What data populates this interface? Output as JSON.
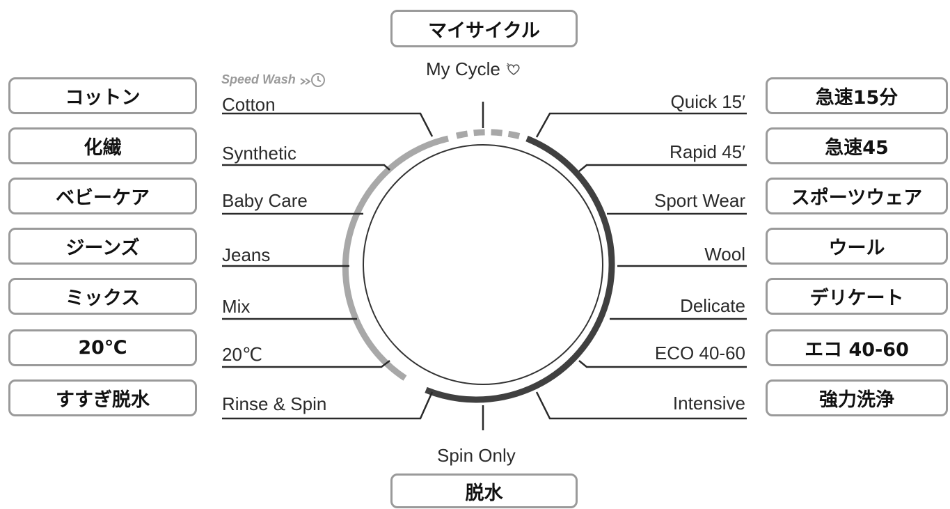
{
  "top": {
    "jp_label": "マイサイクル",
    "en_label": "My Cycle",
    "icon": "heart-sparkle-icon"
  },
  "bottom": {
    "jp_label": "脱水",
    "en_label": "Spin Only"
  },
  "speed_wash": {
    "label": "Speed Wash",
    "icon": "speed-clock-icon",
    "color": "#9a9a9a"
  },
  "left_programs": [
    {
      "en": "Cotton",
      "jp": "コットン"
    },
    {
      "en": "Synthetic",
      "jp": "化繊"
    },
    {
      "en": "Baby Care",
      "jp": "ベビーケア"
    },
    {
      "en": "Jeans",
      "jp": "ジーンズ"
    },
    {
      "en": "Mix",
      "jp": "ミックス"
    },
    {
      "en": "20℃",
      "jp": "20℃"
    },
    {
      "en": "Rinse & Spin",
      "jp": "すすぎ脱水"
    }
  ],
  "right_programs": [
    {
      "en": "Quick 15′",
      "jp": "急速15分"
    },
    {
      "en": "Rapid 45′",
      "jp": "急速45"
    },
    {
      "en": "Sport Wear",
      "jp": "スポーツウェア"
    },
    {
      "en": "Wool",
      "jp": "ウール"
    },
    {
      "en": "Delicate",
      "jp": "デリケート"
    },
    {
      "en": "ECO 40-60",
      "jp": "エコ 40-60"
    },
    {
      "en": "Intensive",
      "jp": "強力洗浄"
    }
  ],
  "colors": {
    "light_arc": "#a8a8a8",
    "dark_arc": "#404040",
    "box_border": "#9a9a9a",
    "line": "#2a2a2a"
  }
}
